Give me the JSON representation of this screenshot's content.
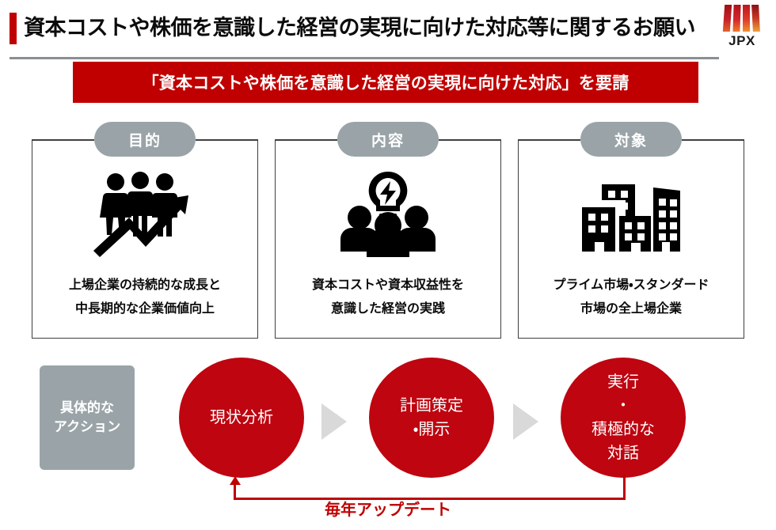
{
  "header": {
    "title": "資本コストや株価を意識した経営の実現に向けた対応等に関するお願い",
    "logo_text": "JPX",
    "accent_color": "#C00000",
    "rule_color": "#8a8f92"
  },
  "banner": {
    "text": "「資本コストや株価を意識した経営の実現に向けた対応」を要請",
    "background_color": "#C00000",
    "text_color": "#FFFFFF"
  },
  "panels": [
    {
      "pill_label": "目的",
      "icon": "people-growth-arrow-icon",
      "caption_line1": "上場企業の持続的な成長と",
      "caption_line2": "中長期的な企業価値向上"
    },
    {
      "pill_label": "内容",
      "icon": "lightbulb-team-icon",
      "caption_line1": "資本コストや資本収益性を",
      "caption_line2": "意識した経営の実践"
    },
    {
      "pill_label": "対象",
      "icon": "city-buildings-icon",
      "caption_line1": "プライム市場・スタンダード",
      "caption_line2": "市場の全上場企業"
    }
  ],
  "pill_color": "#9AA4A8",
  "flow": {
    "action_label_line1": "具体的な",
    "action_label_line2": "アクション",
    "action_box_color": "#9AA4A8",
    "ellipse_color": "#BE0510",
    "arrow_color": "#D9D9D9",
    "steps": [
      {
        "line1": "現状分析",
        "line2": "",
        "line3": "",
        "line4": ""
      },
      {
        "line1": "計画策定",
        "line2": "・開示",
        "line3": "",
        "line4": ""
      },
      {
        "line1": "実行",
        "line2": "・",
        "line3": "積極的な",
        "line4": "対話"
      }
    ],
    "loop_label": "毎年アップデート",
    "loop_color": "#C00000"
  }
}
